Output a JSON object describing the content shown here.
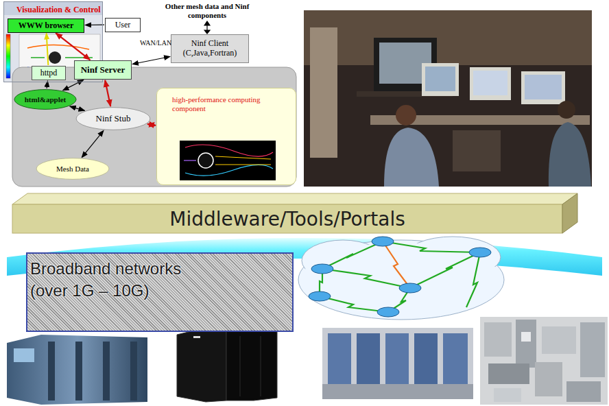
{
  "diagram": {
    "nodes": [
      {
        "text": [
          "Visualization & Control"
        ]
      },
      {
        "text": [
          "WWW browser"
        ],
        "in": 0
      },
      {
        "text": [
          "User"
        ]
      },
      {
        "text": [
          "Ninf Client (C,Java,Fortran)"
        ]
      },
      {
        "text": [
          "httpd"
        ]
      },
      {
        "text": [
          "Ninf Server"
        ]
      },
      {
        "text": [
          "html&applet"
        ]
      },
      {
        "text": [
          "Ninf Stub"
        ]
      },
      {
        "text": [
          "Mesh Data"
        ]
      },
      {
        "text": [
          "high-performance computing component"
        ]
      },
      {
        "text": [
          "Middleware/Tools/Portals"
        ]
      },
      {
        "text": [
          "Broadband networks (over 1G – 10G)"
        ]
      }
    ],
    "edges": [
      {
        "from": 2,
        "to": 1,
        "arrow": "to"
      },
      {
        "from": 1,
        "to": 5,
        "arrow": "both"
      },
      {
        "from": 5,
        "to": 3,
        "arrow": "both"
      },
      {
        "from": 4,
        "to": 1,
        "arrow": "to"
      },
      {
        "from": 6,
        "to": 4,
        "arrow": "to"
      },
      {
        "from": 6,
        "to": 5,
        "arrow": "both"
      },
      {
        "from": 5,
        "to": 7,
        "arrow": "both"
      },
      {
        "from": 7,
        "to": 6,
        "arrow": "both"
      },
      {
        "from": 7,
        "to": 8,
        "arrow": "both"
      },
      {
        "from": 7,
        "to": 9,
        "arrow": "both"
      }
    ],
    "labels": [
      "Other mesh data and Ninf components",
      "WAN/LAN"
    ]
  }
}
